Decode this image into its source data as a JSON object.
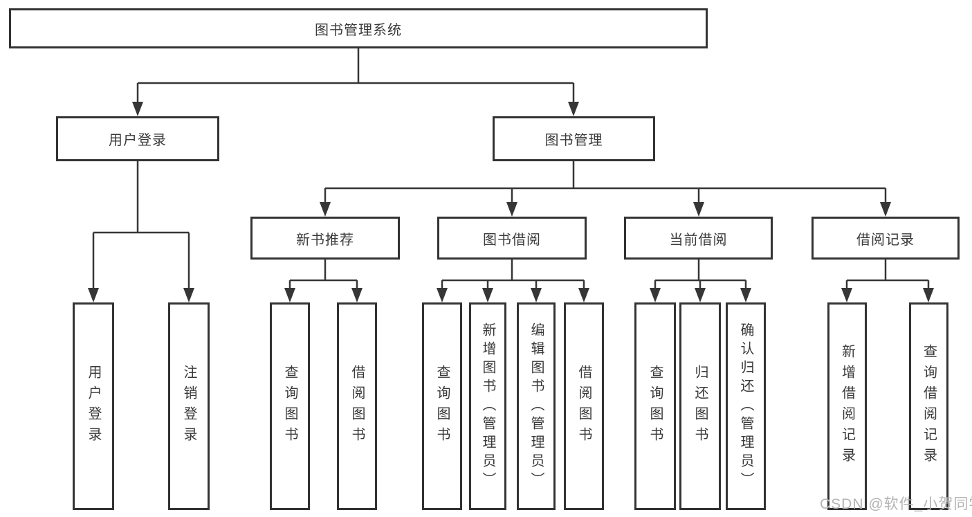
{
  "nodes": {
    "root": "图书管理系统",
    "user_login": "用户登录",
    "book_mgmt": "图书管理",
    "new_book_rec": "新书推荐",
    "book_borrow": "图书借阅",
    "current_borrow": "当前借阅",
    "borrow_records": "借阅记录",
    "leaf_user_login": "用户登录",
    "leaf_logout": "注销登录",
    "leaf_nbr_query": "查询图书",
    "leaf_nbr_borrow": "借阅图书",
    "leaf_bb_query": "查询图书",
    "leaf_bb_add": "新增图书（管理员）",
    "leaf_bb_edit": "编辑图书（管理员）",
    "leaf_bb_borrow": "借阅图书",
    "leaf_cb_query": "查询图书",
    "leaf_cb_return": "归还图书",
    "leaf_cb_confirm": "确认归还（管理员）",
    "leaf_br_add": "新增借阅记录",
    "leaf_br_query": "查询借阅记录"
  },
  "hierarchy": {
    "label": "图书管理系统",
    "children": [
      {
        "label": "用户登录",
        "children": [
          {
            "label": "用户登录"
          },
          {
            "label": "注销登录"
          }
        ]
      },
      {
        "label": "图书管理",
        "children": [
          {
            "label": "新书推荐",
            "children": [
              {
                "label": "查询图书"
              },
              {
                "label": "借阅图书"
              }
            ]
          },
          {
            "label": "图书借阅",
            "children": [
              {
                "label": "查询图书"
              },
              {
                "label": "新增图书（管理员）"
              },
              {
                "label": "编辑图书（管理员）"
              },
              {
                "label": "借阅图书"
              }
            ]
          },
          {
            "label": "当前借阅",
            "children": [
              {
                "label": "查询图书"
              },
              {
                "label": "归还图书"
              },
              {
                "label": "确认归还（管理员）"
              }
            ]
          },
          {
            "label": "借阅记录",
            "children": [
              {
                "label": "新增借阅记录"
              },
              {
                "label": "查询借阅记录"
              }
            ]
          }
        ]
      }
    ]
  },
  "watermark": "CSDN @软件_小贺同学",
  "colors": {
    "line": "#363636",
    "box_border": "#333333",
    "text": "#3a3a3a",
    "watermark": "#b4b4b4",
    "background": "#ffffff"
  }
}
